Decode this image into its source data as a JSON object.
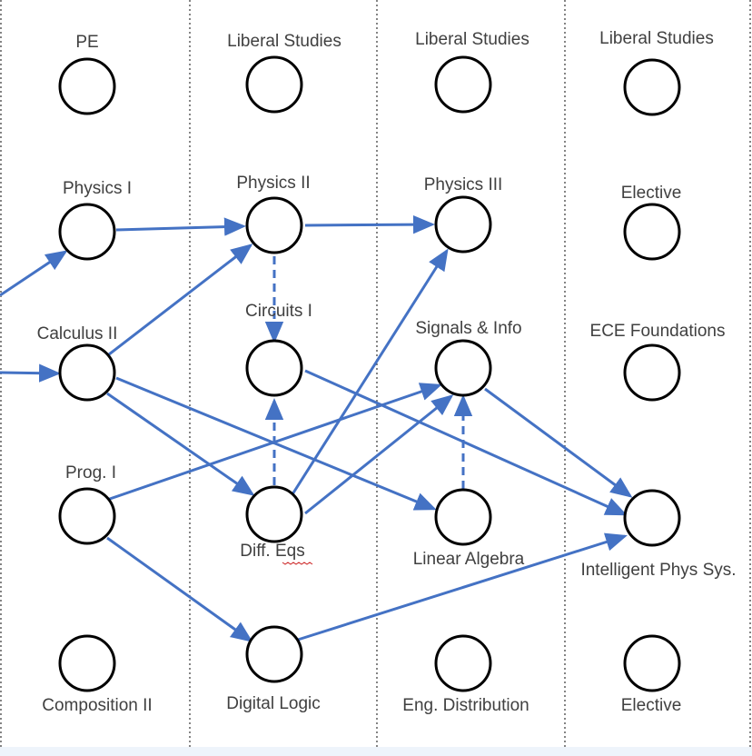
{
  "colors": {
    "edge": "#4472c4",
    "node_stroke": "#000000",
    "label": "#404040",
    "divider": "#333333"
  },
  "nodes": [
    {
      "id": "pe",
      "label": "PE"
    },
    {
      "id": "physics1",
      "label": "Physics I"
    },
    {
      "id": "calculus2",
      "label": "Calculus II"
    },
    {
      "id": "prog1",
      "label": "Prog. I"
    },
    {
      "id": "composition2",
      "label": "Composition II"
    },
    {
      "id": "libstudies1",
      "label": "Liberal Studies"
    },
    {
      "id": "physics2",
      "label": "Physics II"
    },
    {
      "id": "circuits1",
      "label": "Circuits I"
    },
    {
      "id": "diffeqs",
      "label": "Diff. Eqs"
    },
    {
      "id": "digitallogic",
      "label": "Digital Logic"
    },
    {
      "id": "libstudies2",
      "label": "Liberal Studies"
    },
    {
      "id": "physics3",
      "label": "Physics III"
    },
    {
      "id": "signals",
      "label": "Signals & Info"
    },
    {
      "id": "linalg",
      "label": "Linear Algebra"
    },
    {
      "id": "engdist",
      "label": "Eng. Distribution"
    },
    {
      "id": "libstudies3",
      "label": "Liberal Studies"
    },
    {
      "id": "elective1",
      "label": "Elective"
    },
    {
      "id": "ecefound",
      "label": "ECE Foundations"
    },
    {
      "id": "intphys",
      "label": "Intelligent Phys Sys."
    },
    {
      "id": "elective2",
      "label": "Elective"
    }
  ],
  "edges": [
    {
      "from": "offpage-1",
      "to": "physics1",
      "style": "solid"
    },
    {
      "from": "offpage-2",
      "to": "calculus2",
      "style": "solid"
    },
    {
      "from": "physics1",
      "to": "physics2",
      "style": "solid"
    },
    {
      "from": "physics2",
      "to": "physics3",
      "style": "solid"
    },
    {
      "from": "calculus2",
      "to": "physics2",
      "style": "solid"
    },
    {
      "from": "calculus2",
      "to": "diffeqs",
      "style": "solid"
    },
    {
      "from": "calculus2",
      "to": "linalg",
      "style": "solid"
    },
    {
      "from": "prog1",
      "to": "signals",
      "style": "solid"
    },
    {
      "from": "prog1",
      "to": "digitallogic",
      "style": "solid"
    },
    {
      "from": "physics2",
      "to": "circuits1",
      "style": "dashed"
    },
    {
      "from": "diffeqs",
      "to": "circuits1",
      "style": "dashed"
    },
    {
      "from": "diffeqs",
      "to": "physics3",
      "style": "solid"
    },
    {
      "from": "diffeqs",
      "to": "signals",
      "style": "solid"
    },
    {
      "from": "circuits1",
      "to": "intphys",
      "style": "solid"
    },
    {
      "from": "linalg",
      "to": "signals",
      "style": "dashed"
    },
    {
      "from": "signals",
      "to": "intphys",
      "style": "solid"
    },
    {
      "from": "digitallogic",
      "to": "intphys",
      "style": "solid"
    }
  ]
}
